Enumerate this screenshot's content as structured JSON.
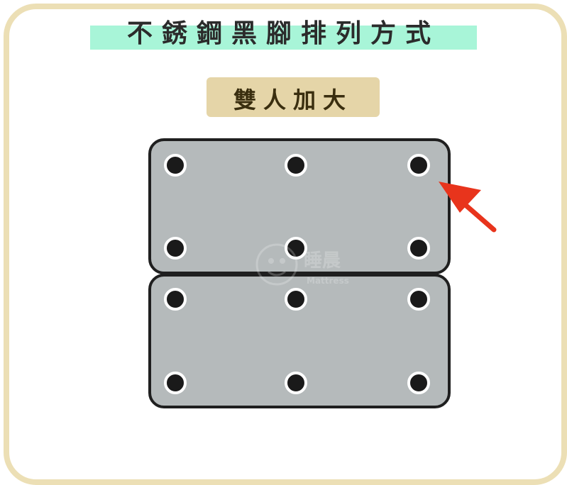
{
  "title": "不銹鋼黑腳排列方式",
  "subtitle": "雙人加大",
  "colors": {
    "frame": "#ecdfb5",
    "title_highlight": "#a8f5d8",
    "subtitle_box": "#e5d5a8",
    "panel_fill": "#b5babb",
    "panel_border": "#1f1f1f",
    "leg": "#1a1a1a",
    "arrow": "#e8341c"
  },
  "icons": [
    "leg-dot-icon",
    "red-arrow-icon",
    "watermark-logo-icon"
  ],
  "watermark": {
    "brand": "睡晨",
    "tagline": "Mattress"
  },
  "layout_info": {
    "panels": 2,
    "legs_per_panel": 6
  }
}
